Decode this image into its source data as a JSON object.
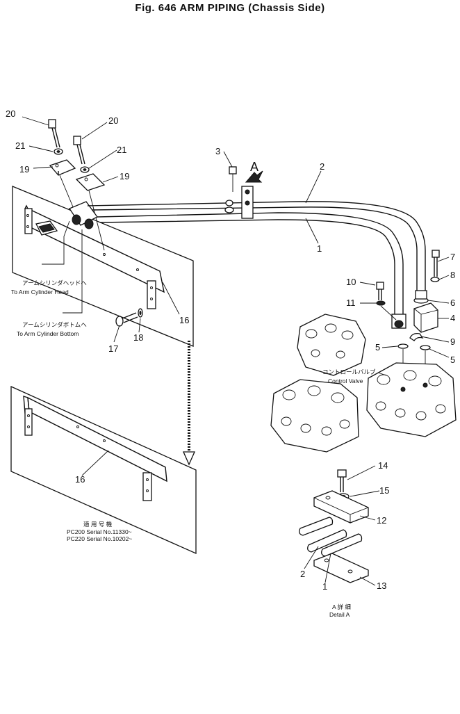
{
  "title": "Fig. 646   ARM PIPING (Chassis Side)",
  "detail_marker": "A",
  "captions": {
    "head_jp": "アームシリンダヘッドへ",
    "head_en": "To Arm Cylinder Head",
    "bottom_jp": "アームシリンダボトムへ",
    "bottom_en": "To Arm Cylinder Bottom",
    "valve_jp": "コントロールバルブ",
    "valve_en": "Control Valve",
    "applic_jp": "適 用 号 機",
    "applic_1": "PC200  Serial  No.11330~",
    "applic_2": "PC220  Serial  No.10202~",
    "detail_jp": "A 詳 細",
    "detail_en": "Detail  A"
  },
  "callouts": {
    "c1_top": "1",
    "c2_top": "2",
    "c3": "3",
    "c4": "4",
    "c5a": "5",
    "c5b": "5",
    "c6": "6",
    "c7": "7",
    "c8": "8",
    "c9": "9",
    "c10": "10",
    "c11": "11",
    "c12": "12",
    "c13": "13",
    "c14": "14",
    "c15": "15",
    "c16a": "16",
    "c16b": "16",
    "c17": "17",
    "c18": "18",
    "c19a": "19",
    "c19b": "19",
    "c20a": "20",
    "c20b": "20",
    "c21a": "21",
    "c21b": "21",
    "c1_det": "1",
    "c2_det": "2"
  }
}
